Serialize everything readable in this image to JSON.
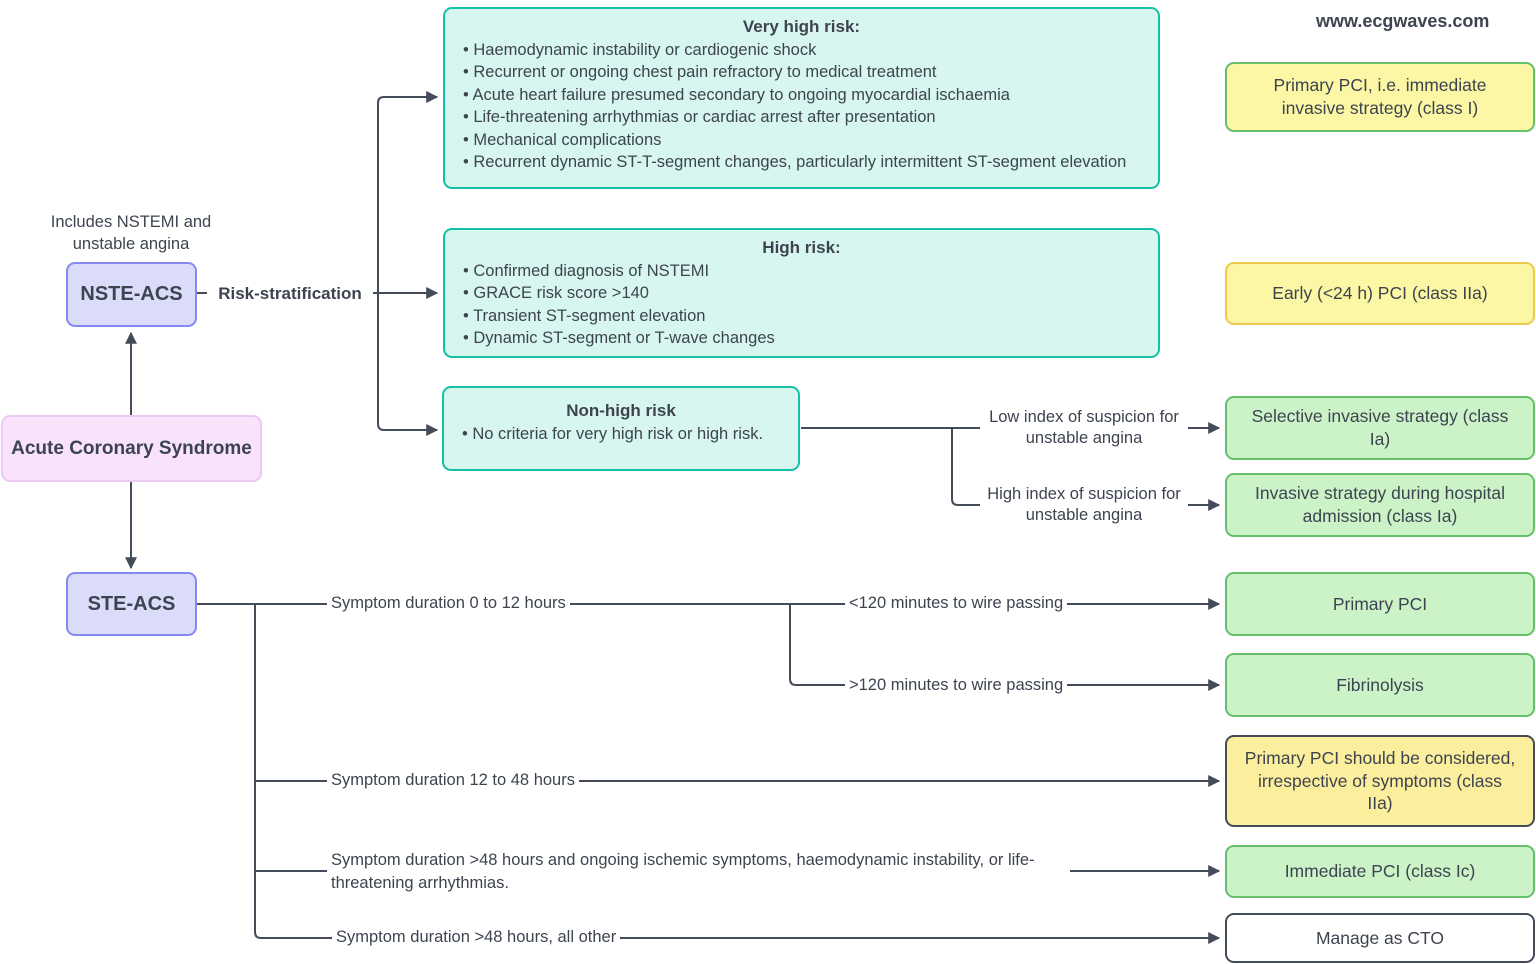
{
  "watermark": "www.ecgwaves.com",
  "nodes": {
    "acs": {
      "label": "Acute Coronary Syndrome"
    },
    "nste_acs": {
      "label": "NSTE-ACS",
      "note": "Includes NSTEMI and unstable angina"
    },
    "ste_acs": {
      "label": "STE-ACS"
    },
    "very_high_risk": {
      "title": "Very high risk:",
      "bullets": [
        "Haemodynamic instability or cardiogenic shock",
        "Recurrent or ongoing chest pain refractory to medical treatment",
        "Acute heart failure presumed secondary to ongoing myocardial ischaemia",
        "Life-threatening arrhythmias or cardiac arrest after presentation",
        "Mechanical complications",
        "Recurrent dynamic ST-T-segment changes, particularly intermittent ST-segment elevation"
      ]
    },
    "high_risk": {
      "title": "High risk:",
      "bullets": [
        "Confirmed diagnosis of NSTEMI",
        "GRACE risk score >140",
        "Transient ST-segment elevation",
        "Dynamic ST-segment or T-wave changes"
      ]
    },
    "non_high_risk": {
      "title": "Non-high risk",
      "bullets": [
        "No criteria for very high risk or high risk."
      ]
    }
  },
  "outcomes": [
    {
      "label": "Primary PCI, i.e. immediate invasive strategy (class I)",
      "style": "yellow-green"
    },
    {
      "label": "Early (<24 h) PCI (class IIa)",
      "style": "yellow-gold"
    },
    {
      "label": "Selective invasive strategy (class Ia)",
      "style": "green"
    },
    {
      "label": "Invasive strategy during hospital admission (class Ia)",
      "style": "green"
    },
    {
      "label": "Primary PCI",
      "style": "green"
    },
    {
      "label": "Fibrinolysis",
      "style": "green"
    },
    {
      "label": "Primary PCI should be considered, irrespective of symptoms (class IIa)",
      "style": "yellow-dark"
    },
    {
      "label": "Immediate PCI (class Ic)",
      "style": "green"
    },
    {
      "label": "Manage as CTO",
      "style": "white-dark"
    }
  ],
  "edge_labels": {
    "risk_stratification": "Risk-stratification",
    "low_index": "Low index of suspicion for unstable angina",
    "high_index": "High index of suspicion for unstable angina",
    "symptom_0_12": "Symptom duration 0 to 12 hours",
    "wire_lt_120": "<120 minutes to wire passing",
    "wire_gt_120": ">120 minutes to wire passing",
    "symptom_12_48": "Symptom duration 12 to 48 hours",
    "symptom_gt_48_ongoing": "Symptom duration >48 hours and ongoing ischemic symptoms, haemodynamic instability, or life-threatening arrhythmias.",
    "symptom_gt_48_other": "Symptom duration >48 hours, all other"
  },
  "colors": {
    "teal_fill": "#d7f6ef",
    "teal_border": "#16c0a6",
    "green_fill": "#ccf2c8",
    "green_border": "#66bf6b",
    "yellow_fill": "#fcf7a4",
    "gold_border": "#eec94f",
    "deep_yellow_fill": "#fbee9c",
    "lavender_fill": "#dbdbfa",
    "lavender_border": "#8589f0",
    "pink_fill": "#f8e3fb",
    "pink_border": "#eac9f2",
    "dark_border": "#454c59",
    "line": "#454c59",
    "text": "#3d4450"
  }
}
